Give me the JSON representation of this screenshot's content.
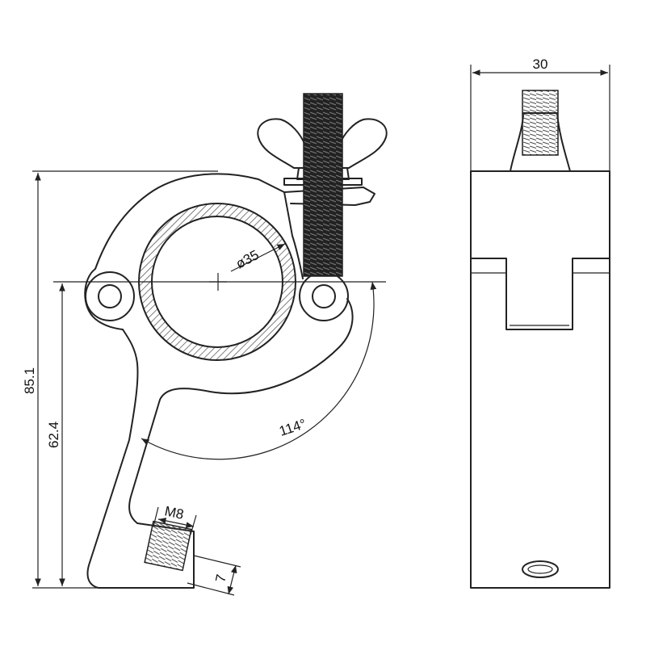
{
  "dimensions": {
    "overall_height": "85.1",
    "hole_height": "62.4",
    "tube_diameter": "ø35",
    "opening_angle": "114°",
    "thread_size": "M8",
    "thread_length": "7",
    "width": "30"
  },
  "colors": {
    "line": "#222222",
    "hatch": "#555555",
    "thread": "#333333",
    "background": "#ffffff"
  }
}
